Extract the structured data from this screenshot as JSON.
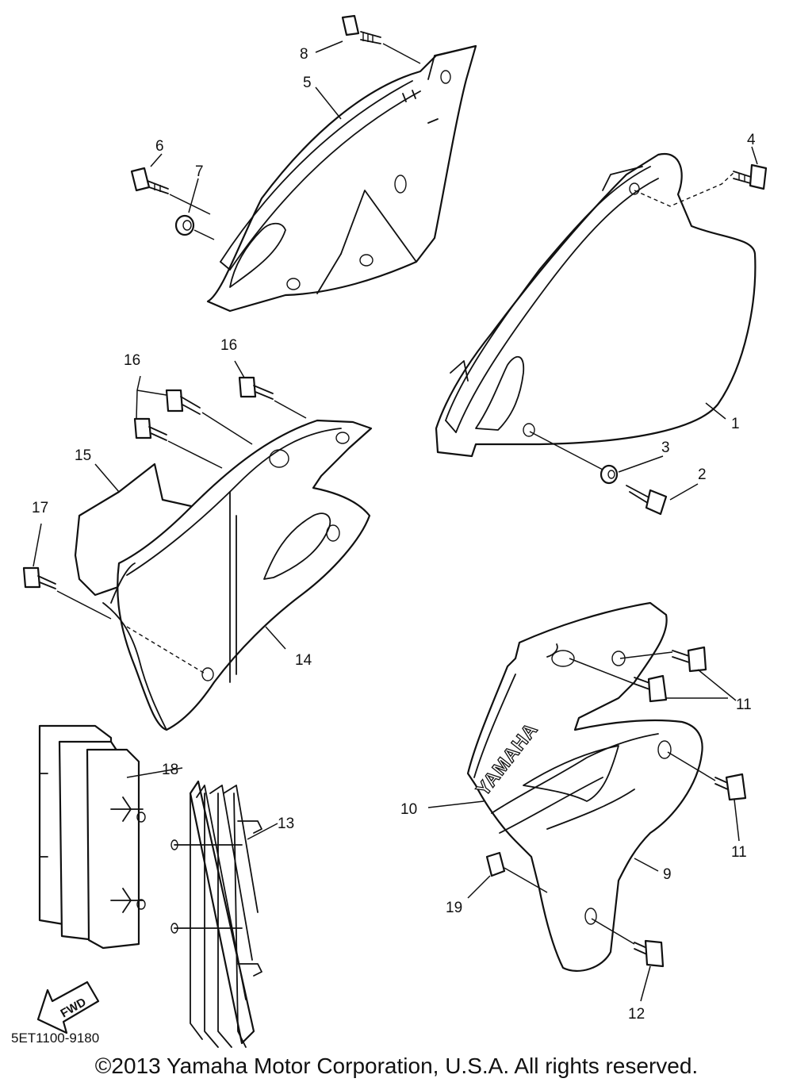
{
  "diagram_code": "5ET1100-9180",
  "copyright": "©2013 Yamaha Motor Corporation, U.S.A. All rights reserved.",
  "fwd_label": "FWD",
  "logo_text": "YAMAHA",
  "callouts": [
    "1",
    "2",
    "3",
    "4",
    "5",
    "6",
    "7",
    "8",
    "9",
    "10",
    "11",
    "11",
    "11",
    "12",
    "13",
    "14",
    "15",
    "16",
    "16",
    "17",
    "18",
    "19"
  ]
}
